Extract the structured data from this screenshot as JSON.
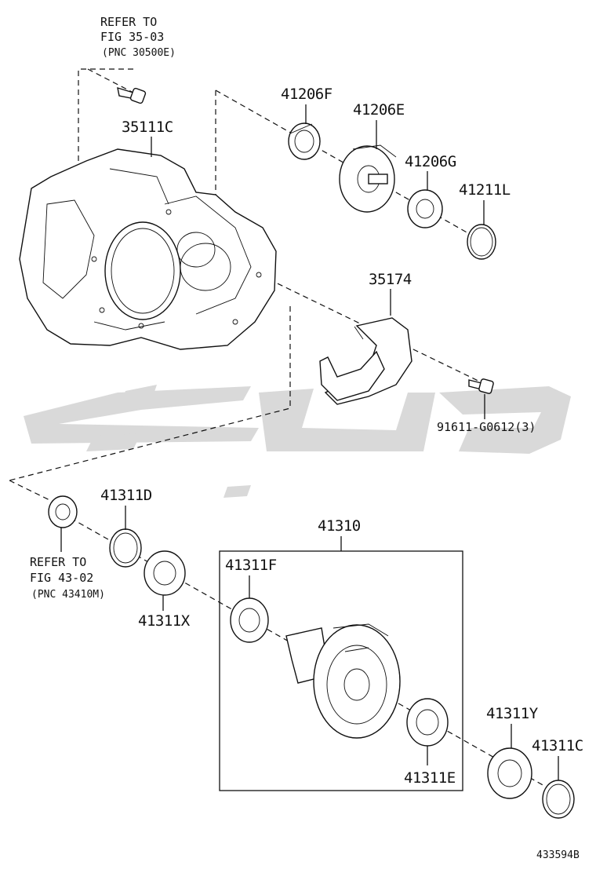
{
  "refs": {
    "top": {
      "line1": "REFER TO",
      "line2": "FIG 35-03",
      "line3": "(PNC 30500E)"
    },
    "left": {
      "line1": "REFER TO",
      "line2": "FIG 43-02",
      "line3": "(PNC 43410M)"
    }
  },
  "parts": {
    "p35111C": "35111C",
    "p41206F": "41206F",
    "p41206E": "41206E",
    "p41206G": "41206G",
    "p41211L": "41211L",
    "p35174": "35174",
    "p91611": "91611-G0612(3)",
    "p41311D": "41311D",
    "p41311X": "41311X",
    "p41310": "41310",
    "p41311F": "41311F",
    "p41311E": "41311E",
    "p41311Y": "41311Y",
    "p41311C": "41311C"
  },
  "figure_id": "433594B",
  "colors": {
    "line": "#111111",
    "watermark": "#d8d8d8"
  },
  "watermark_icon": "logo-watermark"
}
